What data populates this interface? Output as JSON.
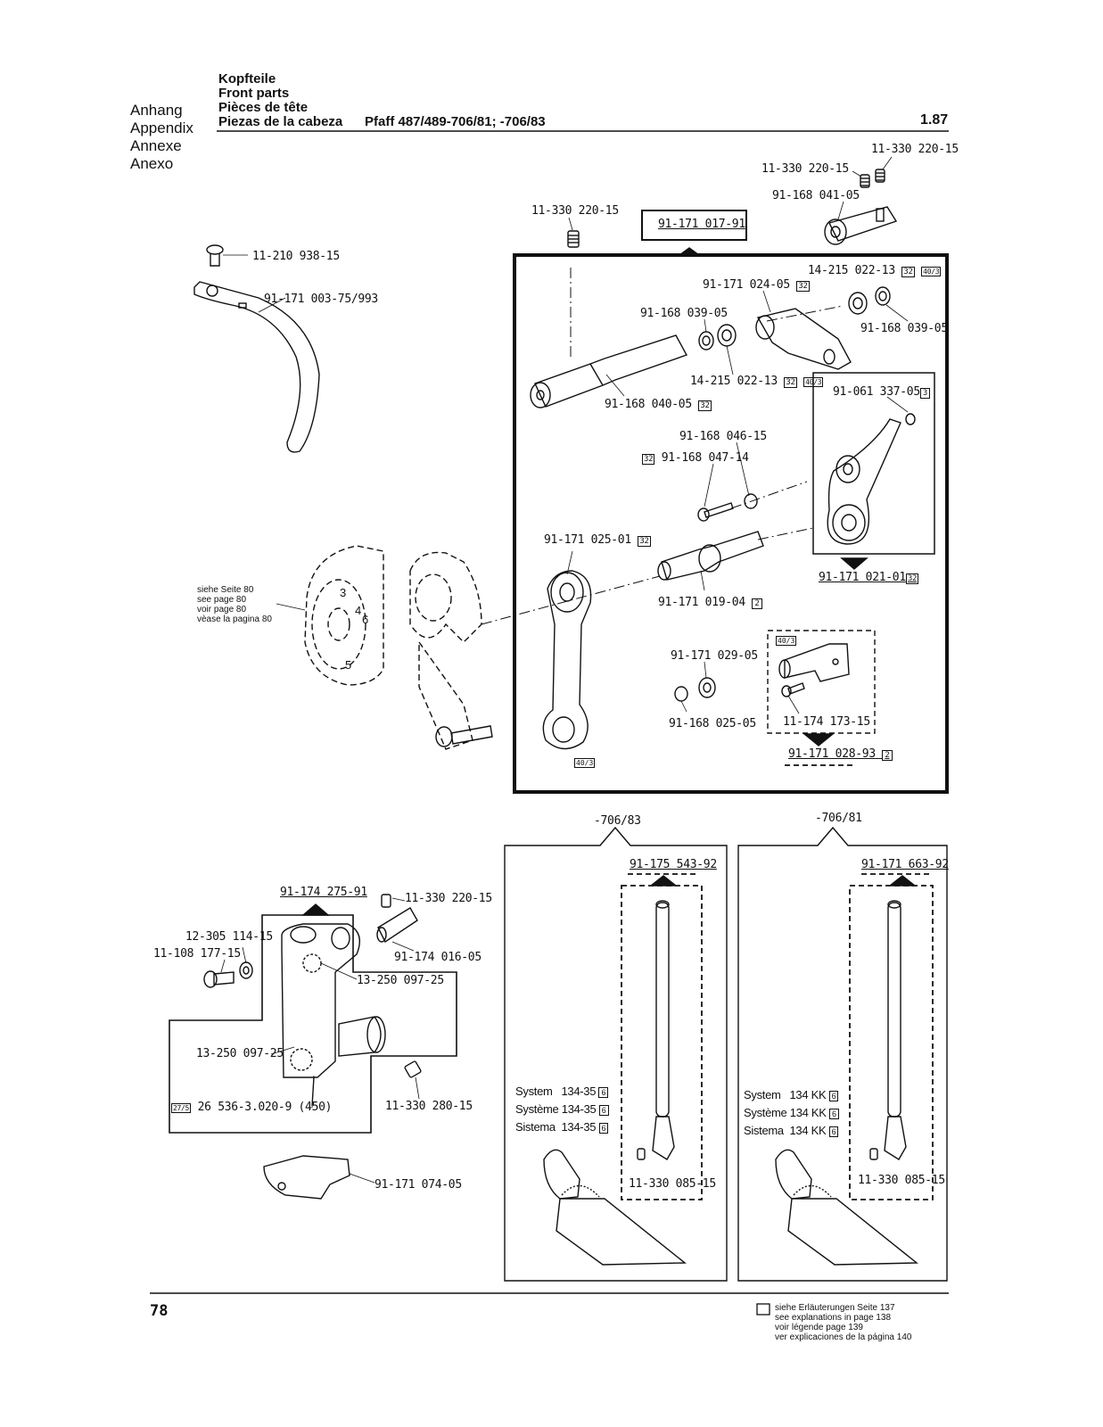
{
  "header": {
    "section_de": "Kopfteile",
    "section_en": "Front parts",
    "section_fr": "Pièces de tête",
    "section_es": "Piezas de la cabeza",
    "model": "Pfaff 487/489-706/81; -706/83",
    "ref": "1.87"
  },
  "side_labels": [
    "Anhang",
    "Appendix",
    "Annexe",
    "Anexo"
  ],
  "parts": {
    "p_top_screw_a": "11-330 220-15",
    "p_top_screw_b": "11-330 220-15",
    "p_coupling": "91-168 041-05",
    "p_screw_center": "11-330 220-15",
    "p_assembly_main": "91-171 017-91",
    "p_lever_screw": "11-210 938-15",
    "p_lever": "91-171 003-75/993",
    "p_crank": "91-171 024-05",
    "p_bearing_top": "14-215 022-13",
    "p_washer_left": "91-168 039-05",
    "p_washer_right": "91-168 039-05",
    "p_bearing_mid": "14-215 022-13",
    "p_shaft": "91-168 040-05",
    "p_link": "91-061 337-05",
    "p_screw_046": "91-168 046-15",
    "p_screw_047": "91-168 047-14",
    "p_rod": "91-171 025-01",
    "p_pin": "91-171 019-04",
    "p_assembly_021": "91-171 021-01",
    "p_ring_029": "91-171 029-05",
    "p_bush_025": "91-168 025-05",
    "p_screw_174": "11-174 173-15",
    "p_assembly_028": "91-171 028-93",
    "p_assembly_275": "91-174 275-91",
    "p_screw_220": "11-330 220-15",
    "p_pin_016": "91-174 016-05",
    "p_washer_305": "12-305 114-15",
    "p_screw_108": "11-108 177-15",
    "p_ring_097a": "13-250 097-25",
    "p_ring_097b": "13-250 097-25",
    "p_wire": "26 536-3.020-9 (450)",
    "p_screw_280": "11-330 280-15",
    "p_plate_074": "91-171 074-05",
    "p_needlebar_83": "91-175 543-92",
    "p_needlebar_81": "91-171 663-92",
    "p_screw_085a": "11-330 085-15",
    "p_screw_085b": "11-330 085-15"
  },
  "badges": {
    "b32": "32",
    "b403": "40/3",
    "b3": "3",
    "b2": "2",
    "b6": "6",
    "b275": "27/5"
  },
  "see_page": [
    "siehe Seite 80",
    "see page 80",
    "voir page 80",
    "vèase la pagina 80"
  ],
  "variants": {
    "v83": "-706/83",
    "v81": "-706/81"
  },
  "system_83": [
    {
      "label": "System",
      "value": "134-35"
    },
    {
      "label": "Système",
      "value": "134-35"
    },
    {
      "label": "Sistema",
      "value": "134-35"
    }
  ],
  "system_81": [
    {
      "label": "System",
      "value": "134 KK"
    },
    {
      "label": "Système",
      "value": "134 KK"
    },
    {
      "label": "Sistema",
      "value": "134 KK"
    }
  ],
  "cam_numbers": [
    "3",
    "4",
    "6",
    "5"
  ],
  "page_number": "78",
  "footnote": [
    "siehe Erläuterungen Seite 137",
    "see explanations in page 138",
    "voir légende page 139",
    "ver explicaciones de la página 140"
  ]
}
